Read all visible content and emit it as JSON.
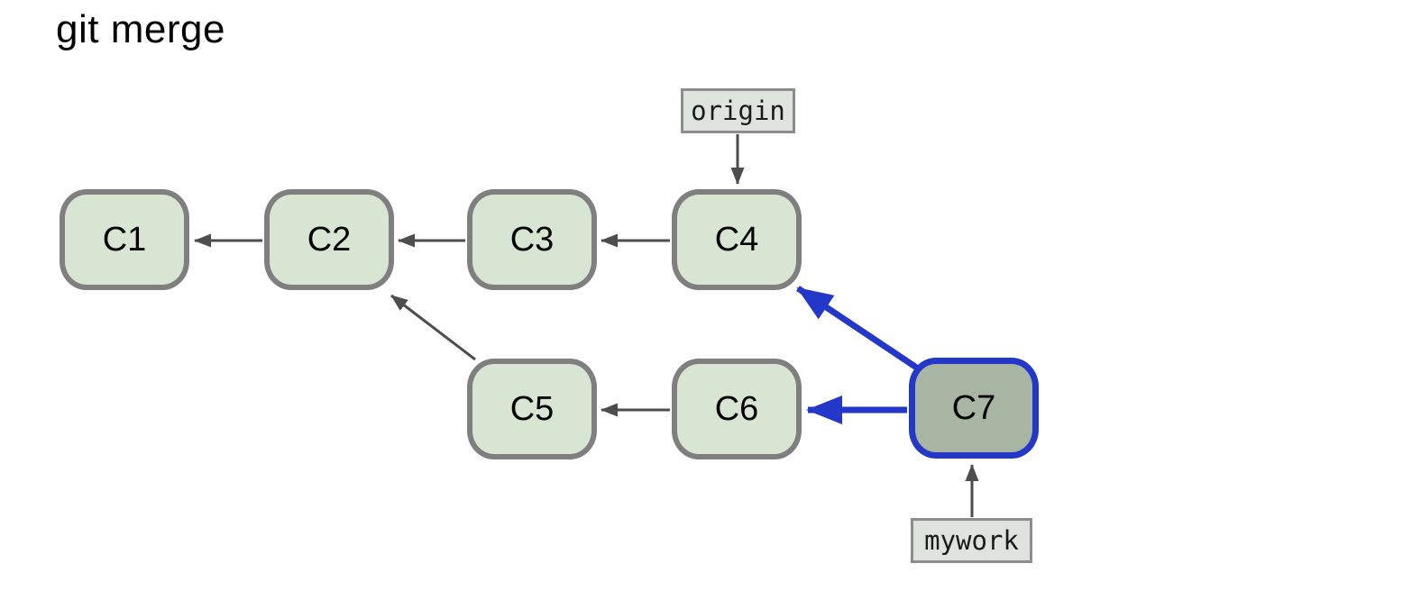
{
  "title": "git merge",
  "diagram_type": "git-commit-graph",
  "commits": [
    {
      "label": "C1",
      "highlighted": false
    },
    {
      "label": "C2",
      "highlighted": false
    },
    {
      "label": "C3",
      "highlighted": false
    },
    {
      "label": "C4",
      "highlighted": false
    },
    {
      "label": "C5",
      "highlighted": false
    },
    {
      "label": "C6",
      "highlighted": false
    },
    {
      "label": "C7",
      "highlighted": true
    }
  ],
  "branch_labels": [
    {
      "label": "origin",
      "points_to": "C4"
    },
    {
      "label": "mywork",
      "points_to": "C7"
    }
  ],
  "edges": [
    {
      "from": "C2",
      "to": "C1",
      "style": "gray"
    },
    {
      "from": "C3",
      "to": "C2",
      "style": "gray"
    },
    {
      "from": "C4",
      "to": "C3",
      "style": "gray"
    },
    {
      "from": "C5",
      "to": "C2",
      "style": "gray"
    },
    {
      "from": "C6",
      "to": "C5",
      "style": "gray"
    },
    {
      "from": "C7",
      "to": "C6",
      "style": "blue-highlight"
    },
    {
      "from": "C7",
      "to": "C4",
      "style": "blue-highlight"
    }
  ],
  "colors": {
    "commit_fill": "#d9e5d3",
    "commit_border": "#7f7f7f",
    "merge_commit_fill": "#a9b5a3",
    "highlight_blue": "#2337c8",
    "label_fill": "#dfe3de",
    "label_border": "#8c8c8c",
    "arrow_gray": "#4d4d4d",
    "text": "#000000",
    "background": "#ffffff"
  }
}
